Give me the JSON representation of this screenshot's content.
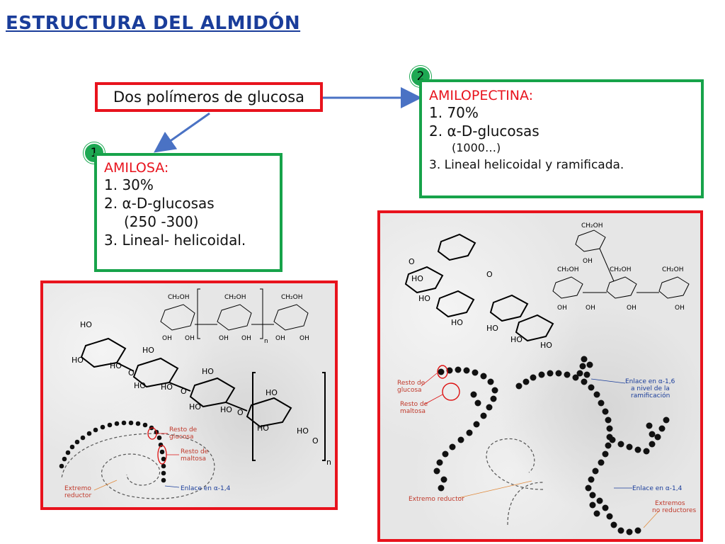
{
  "title": "ESTRUCTURA DEL ALMIDÓN",
  "question": "Dos polímeros de glucosa",
  "badges": {
    "one": "1",
    "two": "2"
  },
  "amilosa": {
    "header": "AMILOSA:",
    "item1": "1.   30%",
    "item2": "2.  α-D-glucosas",
    "item2b": "(250 -300)",
    "item3": "3.  Lineal- helicoidal."
  },
  "amilopectina": {
    "header": "AMILOPECTINA:",
    "item1": "1.    70%",
    "item2": "2.  α-D-glucosas",
    "item2b": "(1000…)",
    "item3": "3.   Lineal helicoidal y ramificada."
  },
  "panel_left": {
    "resto_glucosa_1": "Resto de",
    "resto_glucosa_2": "glucosa",
    "resto_maltosa_1": "Resto de",
    "resto_maltosa_2": "maltosa",
    "extremo_1": "Extremo",
    "extremo_2": "reductor",
    "enlace": "Enlace en α-1,4",
    "subscript_n": "n"
  },
  "panel_right": {
    "resto_glucosa_1": "Resto de",
    "resto_glucosa_2": "glucosa",
    "resto_maltosa_1": "Resto de",
    "resto_maltosa_2": "maltosa",
    "enlace16_1": "Enlace en α-1,6",
    "enlace16_2": "a nivel de la",
    "enlace16_3": "ramificación",
    "enlace14": "Enlace en α-1,4",
    "extremo_reductor": "Extremo reductor",
    "extremos_1": "Extremos",
    "extremos_2": "no reductores"
  },
  "chem_labels": {
    "ch2oh": "CH₂OH",
    "oh": "OH",
    "ho": "HO",
    "o": "O"
  },
  "colors": {
    "red": "#e8131d",
    "green": "#17a34a",
    "blue": "#1a3d9a",
    "arrow": "#4a72c4"
  }
}
